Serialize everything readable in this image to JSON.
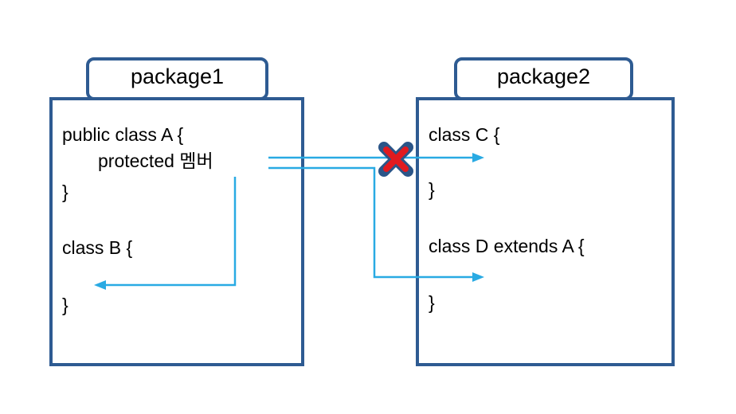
{
  "colors": {
    "border": "#2e5b92",
    "arrow": "#29aae3",
    "x-red": "#e11a1f",
    "x-navy": "#2b5588"
  },
  "packages": [
    {
      "label": "package1",
      "lines": [
        "public class A {",
        "protected 멤버",
        "}",
        "class B {",
        "}"
      ]
    },
    {
      "label": "package2",
      "lines": [
        "class C {",
        "}",
        "class D extends A {",
        "}"
      ]
    }
  ],
  "icons": {
    "blocked": "✖"
  }
}
